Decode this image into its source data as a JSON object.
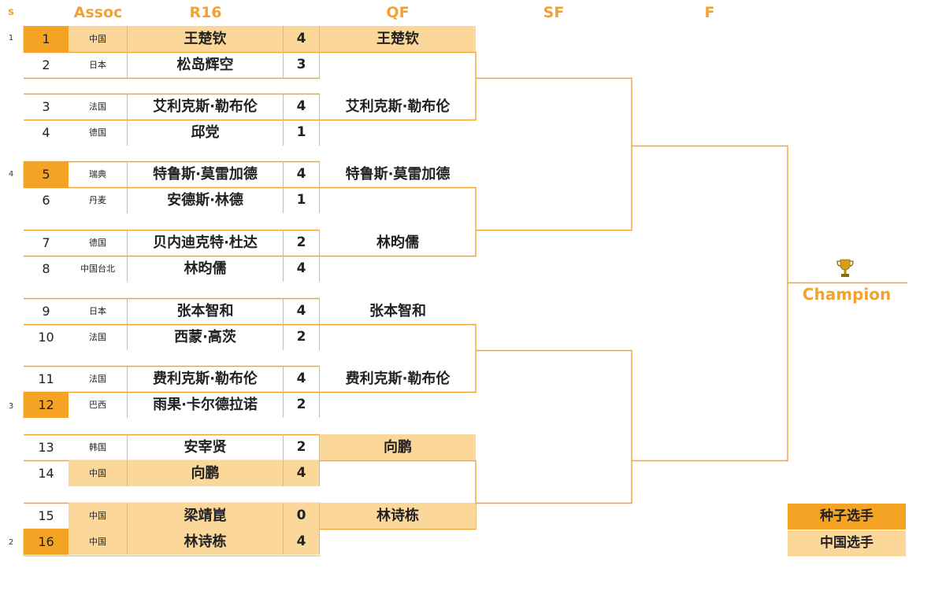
{
  "headers": {
    "s": "s",
    "assoc": "Assoc",
    "r16": "R16",
    "qf": "QF",
    "sf": "SF",
    "f": "F"
  },
  "seed_marks": [
    {
      "label": "1",
      "row": 0
    },
    {
      "label": "4",
      "row": 4
    },
    {
      "label": "3",
      "row": 11
    },
    {
      "label": "2",
      "row": 15
    }
  ],
  "r16": [
    {
      "num": "1",
      "assoc": "中国",
      "name": "王楚钦",
      "score": "4",
      "style": "seed-cn"
    },
    {
      "num": "2",
      "assoc": "日本",
      "name": "松岛辉空",
      "score": "3",
      "style": ""
    },
    {
      "num": "3",
      "assoc": "法国",
      "name": "艾利克斯·勒布伦",
      "score": "4",
      "style": ""
    },
    {
      "num": "4",
      "assoc": "德国",
      "name": "邱党",
      "score": "1",
      "style": ""
    },
    {
      "num": "5",
      "assoc": "瑞典",
      "name": "特鲁斯·莫雷加德",
      "score": "4",
      "style": "seed"
    },
    {
      "num": "6",
      "assoc": "丹麦",
      "name": "安德斯·林德",
      "score": "1",
      "style": ""
    },
    {
      "num": "7",
      "assoc": "德国",
      "name": "贝内迪克特·杜达",
      "score": "2",
      "style": ""
    },
    {
      "num": "8",
      "assoc": "中国台北",
      "name": "林昀儒",
      "score": "4",
      "style": ""
    },
    {
      "num": "9",
      "assoc": "日本",
      "name": "张本智和",
      "score": "4",
      "style": ""
    },
    {
      "num": "10",
      "assoc": "法国",
      "name": "西蒙·高茨",
      "score": "2",
      "style": ""
    },
    {
      "num": "11",
      "assoc": "法国",
      "name": "费利克斯·勒布伦",
      "score": "4",
      "style": ""
    },
    {
      "num": "12",
      "assoc": "巴西",
      "name": "雨果·卡尔德拉诺",
      "score": "2",
      "style": "seed"
    },
    {
      "num": "13",
      "assoc": "韩国",
      "name": "安宰贤",
      "score": "2",
      "style": ""
    },
    {
      "num": "14",
      "assoc": "中国",
      "name": "向鹏",
      "score": "4",
      "style": "cn"
    },
    {
      "num": "15",
      "assoc": "中国",
      "name": "梁靖崑",
      "score": "0",
      "style": "cn"
    },
    {
      "num": "16",
      "assoc": "中国",
      "name": "林诗栋",
      "score": "4",
      "style": "seed-cn"
    }
  ],
  "qf": [
    {
      "name": "王楚钦",
      "china": true
    },
    {
      "name": "艾利克斯·勒布伦",
      "china": false
    },
    {
      "name": "特鲁斯·莫雷加德",
      "china": false
    },
    {
      "name": "林昀儒",
      "china": false
    },
    {
      "name": "张本智和",
      "china": false
    },
    {
      "name": "费利克斯·勒布伦",
      "china": false
    },
    {
      "name": "向鹏",
      "china": true
    },
    {
      "name": "林诗栋",
      "china": true
    }
  ],
  "champion": {
    "label": "Champion",
    "icon": "trophy-icon"
  },
  "legend": {
    "seed_label": "种子选手",
    "china_label": "中国选手"
  },
  "colors": {
    "seed": "#f4a324",
    "china": "#fbd79a",
    "header": "#f2a233"
  }
}
